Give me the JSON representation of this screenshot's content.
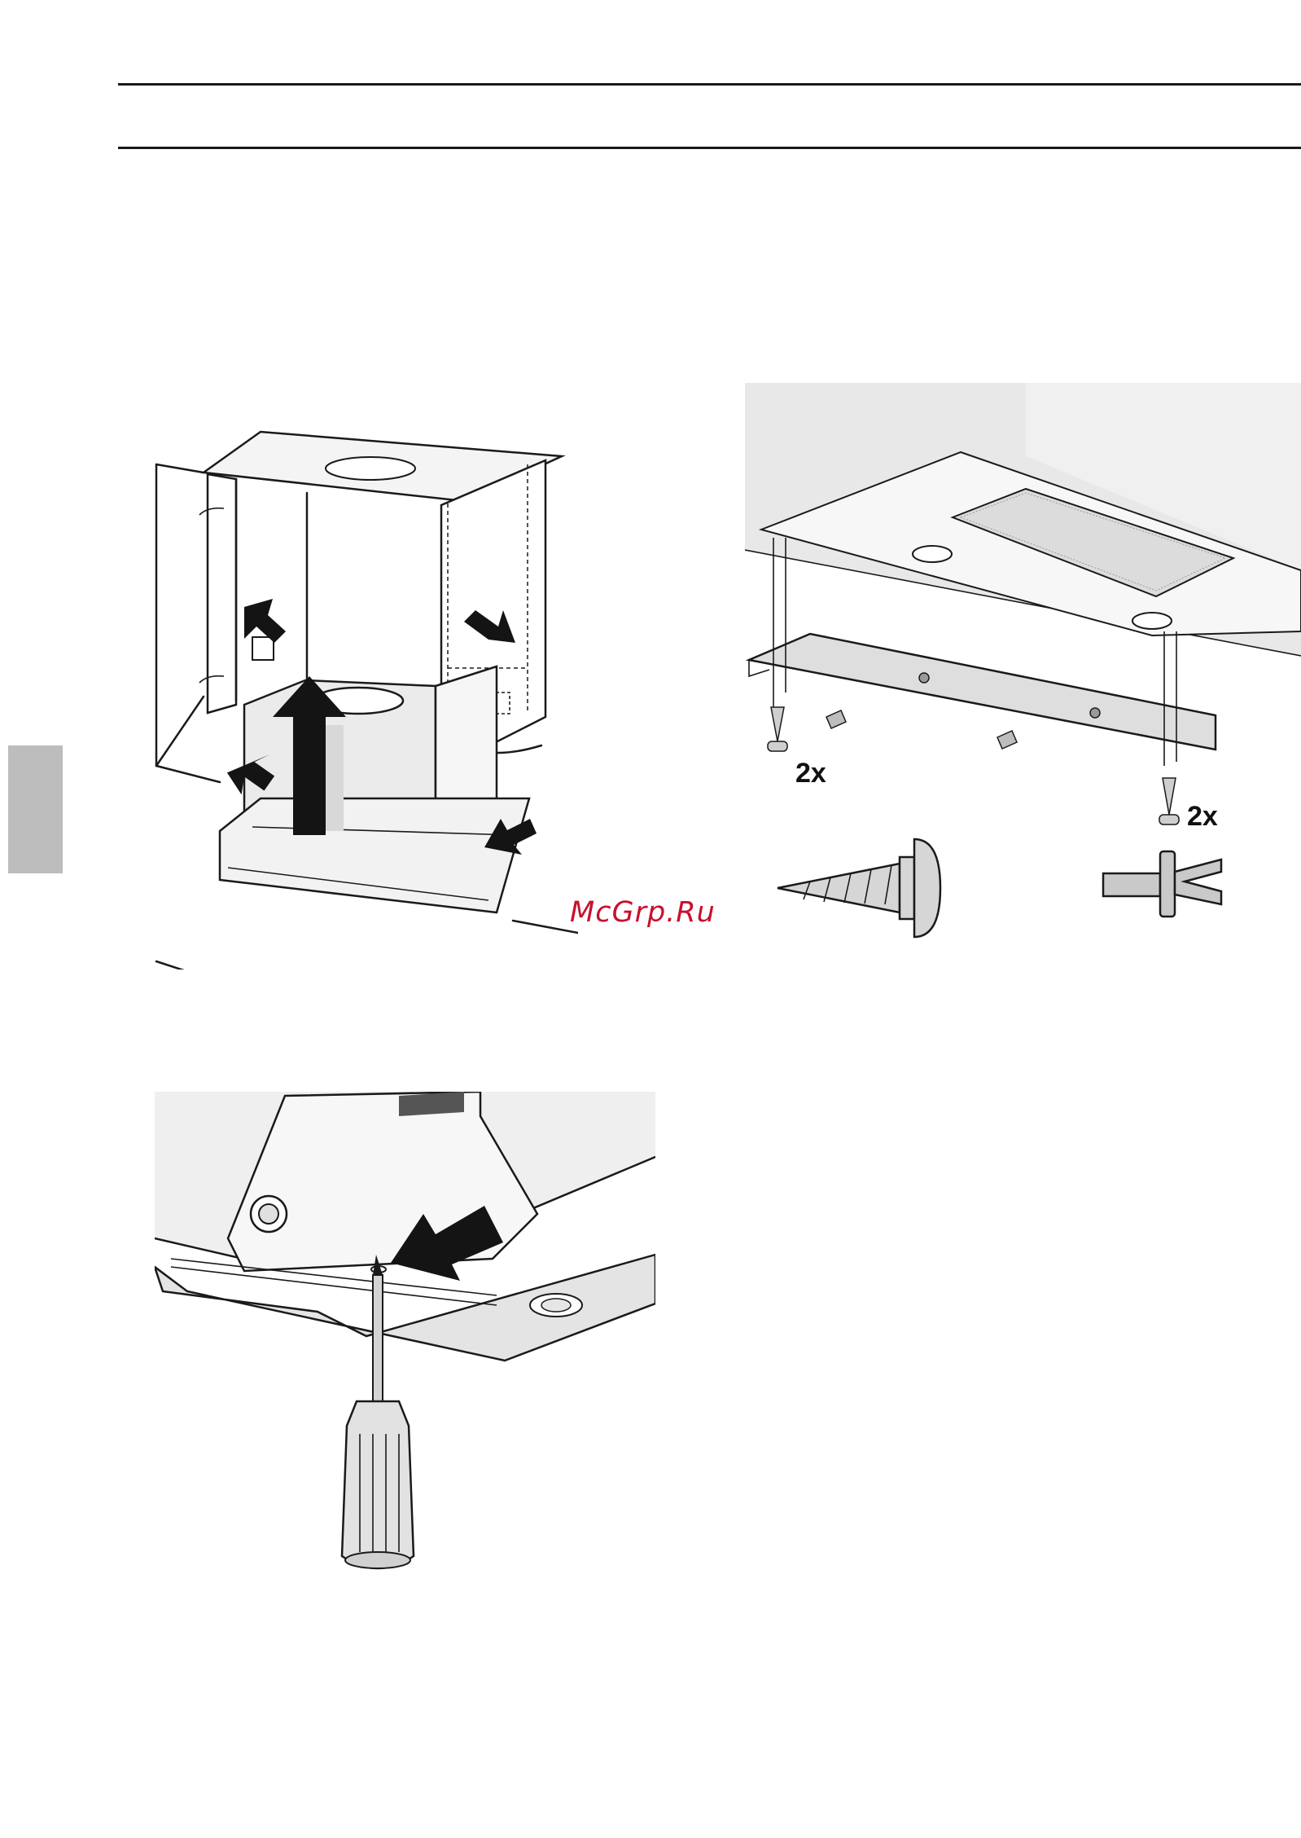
{
  "quantity_labels": {
    "left": "2x",
    "right": "2x"
  },
  "watermark": "McGrp.Ru",
  "colors": {
    "rules": "#1a1a1a",
    "side_tab": "#bdbdbd",
    "watermark": "#c8102e",
    "panel_fill": "#ebebeb",
    "surface_fill": "#f4f4f4"
  }
}
